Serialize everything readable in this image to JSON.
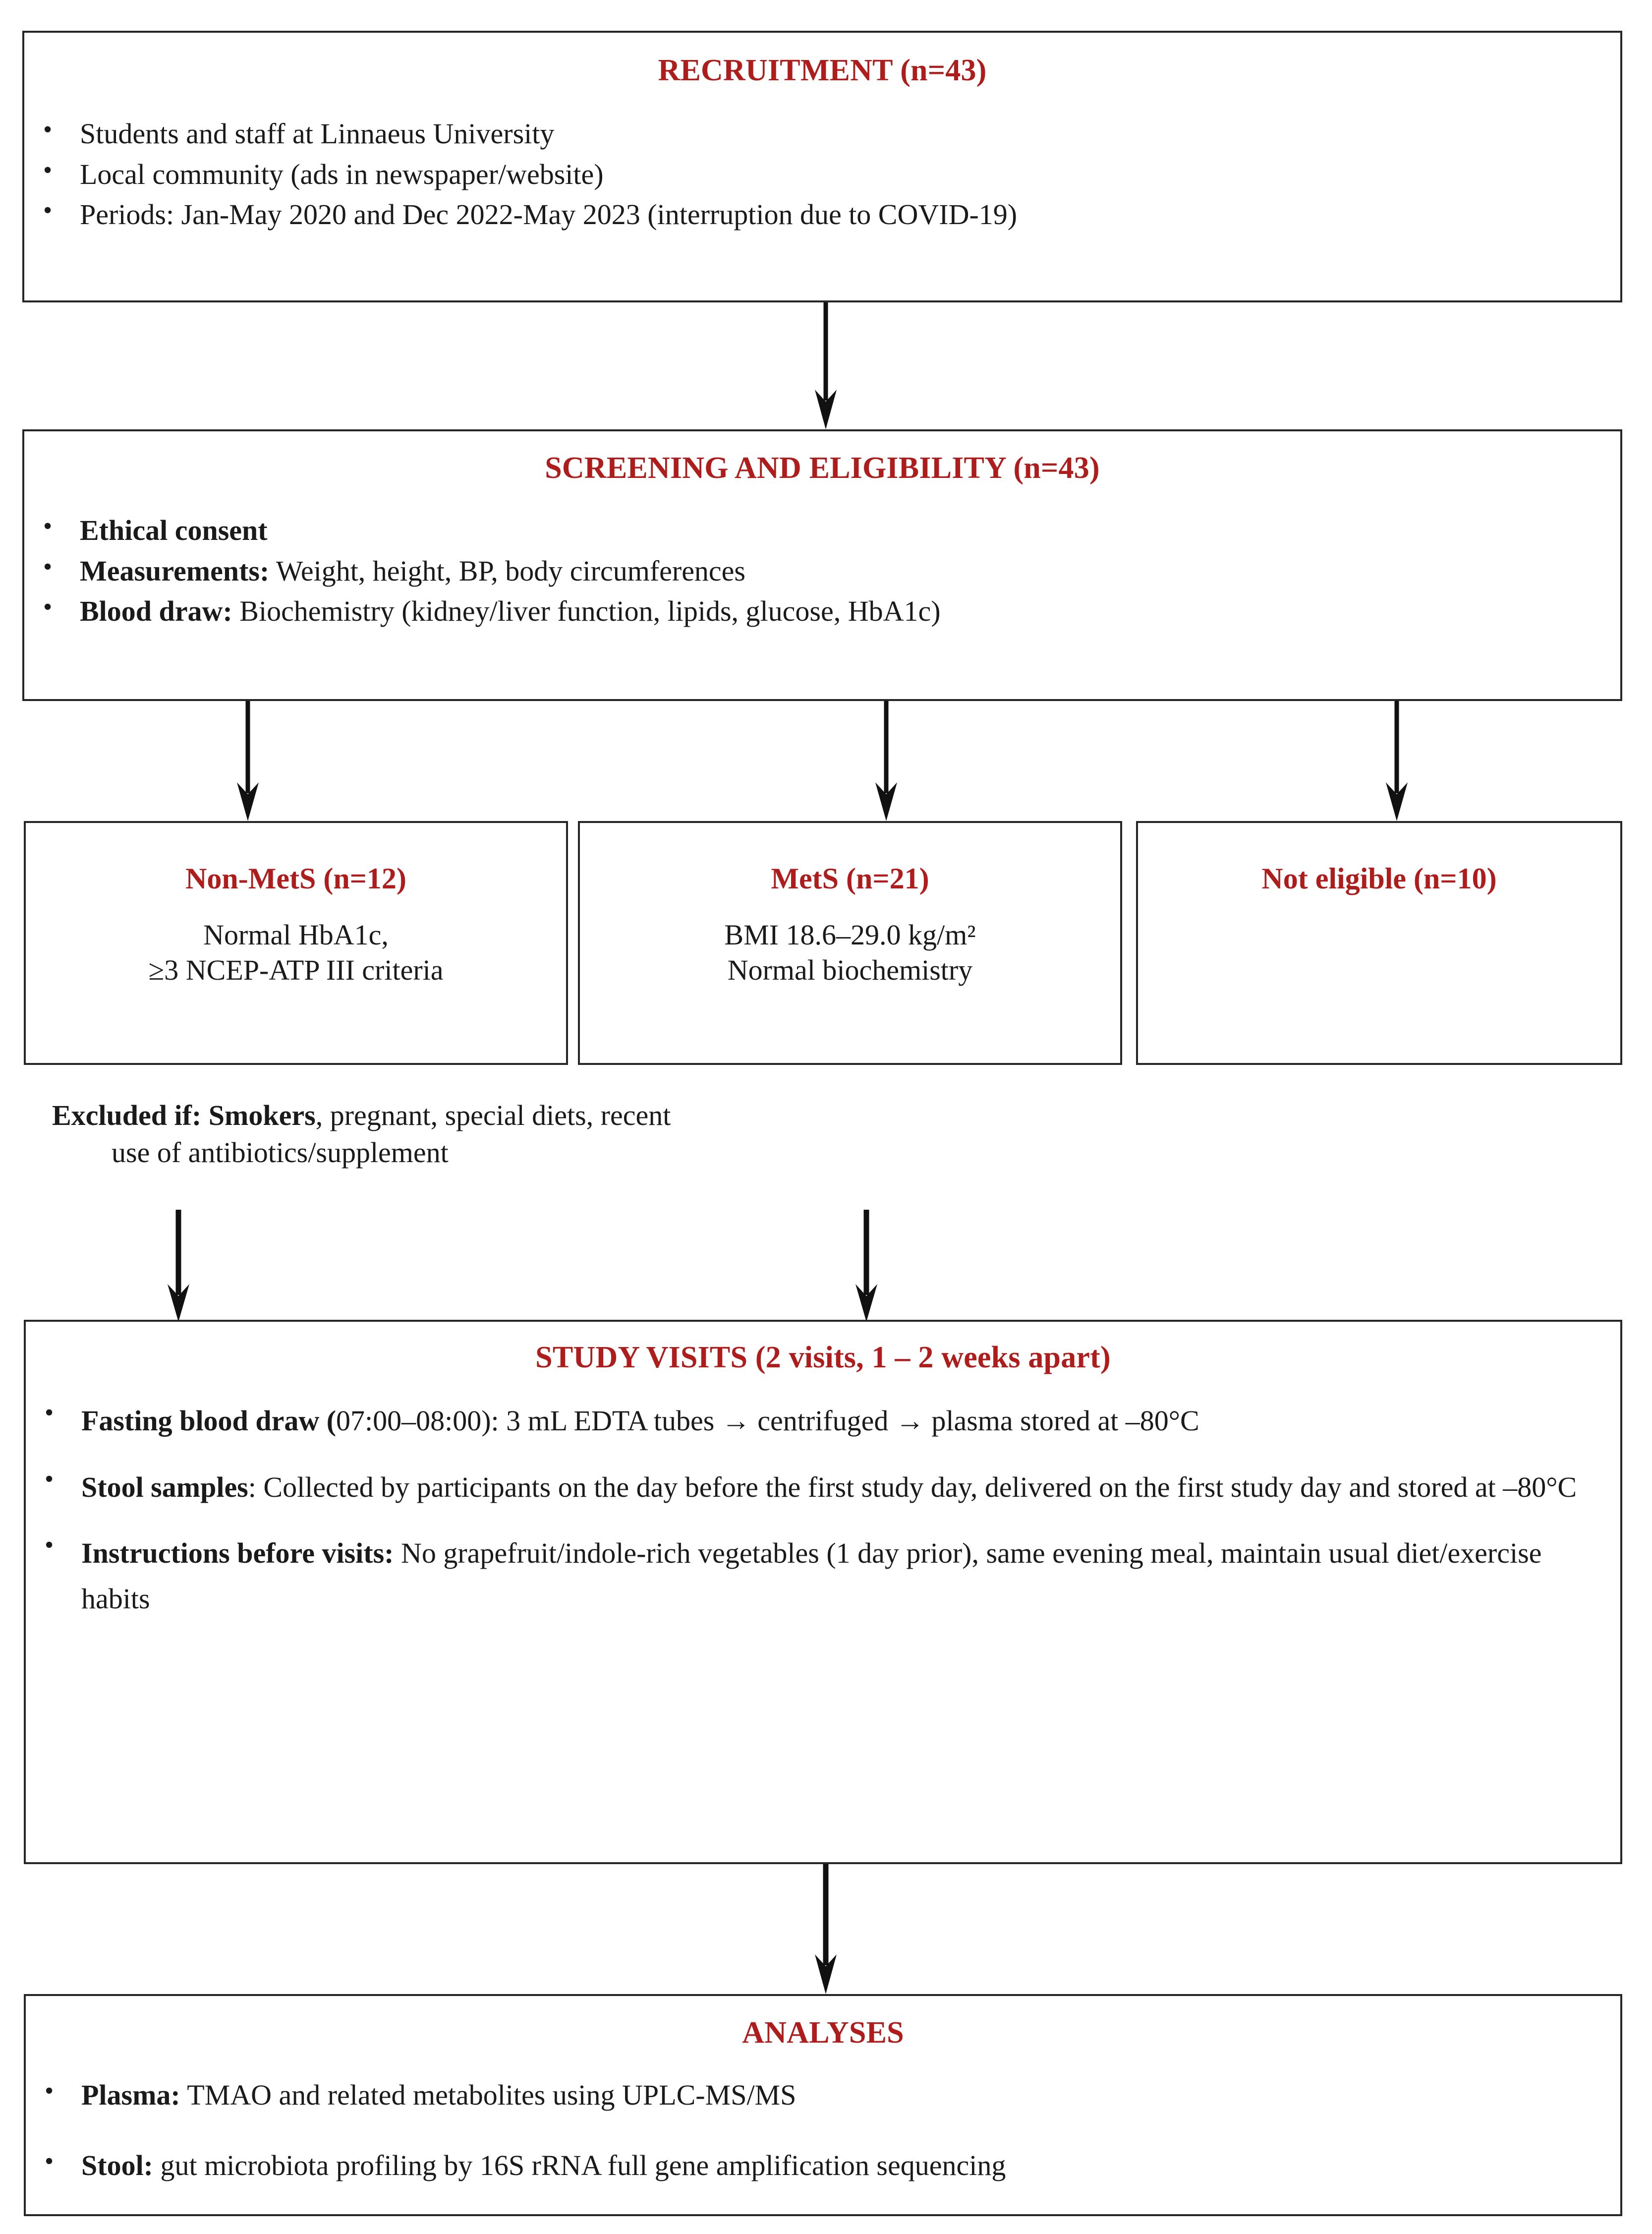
{
  "flowchart": {
    "accent_color": "#AF1C1C",
    "border_color": "#262626",
    "text_color": "#1a1a1a",
    "nodes": {
      "recruitment": {
        "title": "RECRUITMENT (n=43)",
        "bullets": [
          "Students and staff at Linnaeus University",
          "Local community (ads in newspaper/website)",
          "Periods: Jan-May 2020 and Dec 2022-May 2023 (interruption due to COVID-19)"
        ]
      },
      "screening": {
        "title": "SCREENING AND ELIGIBILITY (n=43)",
        "bullets": [
          {
            "bold": "Ethical consent",
            "rest": ""
          },
          {
            "bold": "Measurements:",
            "rest": " Weight, height, BP, body circumferences"
          },
          {
            "bold": "Blood draw:",
            "rest": " Biochemistry (kidney/liver  function, lipids, glucose, HbA1c)"
          }
        ]
      },
      "non_mets": {
        "title": "Non-MetS (n=12)",
        "line1": "Normal HbA1c,",
        "line2": "≥3 NCEP-ATP III criteria"
      },
      "mets": {
        "title": "MetS (n=21)",
        "line1": "BMI 18.6–29.0 kg/m²",
        "line2": "Normal biochemistry"
      },
      "not_eligible": {
        "title": "Not eligible  (n=10)"
      },
      "excluded": {
        "bold": "Excluded if: Smokers",
        "rest": ", pregnant, special diets, recent",
        "line2": "use of antibiotics/supplement"
      },
      "study_visits": {
        "title": "STUDY VISITS (2 visits, 1 – 2 weeks apart)",
        "bullets": [
          {
            "bold": "Fasting blood draw (",
            "rest": "07:00–08:00):  3 mL EDTA tubes → centrifuged → plasma stored at –80°C"
          },
          {
            "bold": "Stool samples",
            "rest": ": Collected by participants on the day before the first study day, delivered on the first study day and stored at –80°C"
          },
          {
            "bold": "Instructions before visits:",
            "rest": " No grapefruit/indole-rich vegetables (1 day prior), same evening meal, maintain usual diet/exercise habits"
          }
        ]
      },
      "analyses": {
        "title": "ANALYSES",
        "bullets": [
          {
            "bold": "Plasma:",
            "rest": " TMAO and related metabolites using UPLC-MS/MS"
          },
          {
            "bold": "Stool:",
            "rest": " gut microbiota profiling by 16S rRNA full gene amplification sequencing"
          }
        ]
      }
    }
  }
}
